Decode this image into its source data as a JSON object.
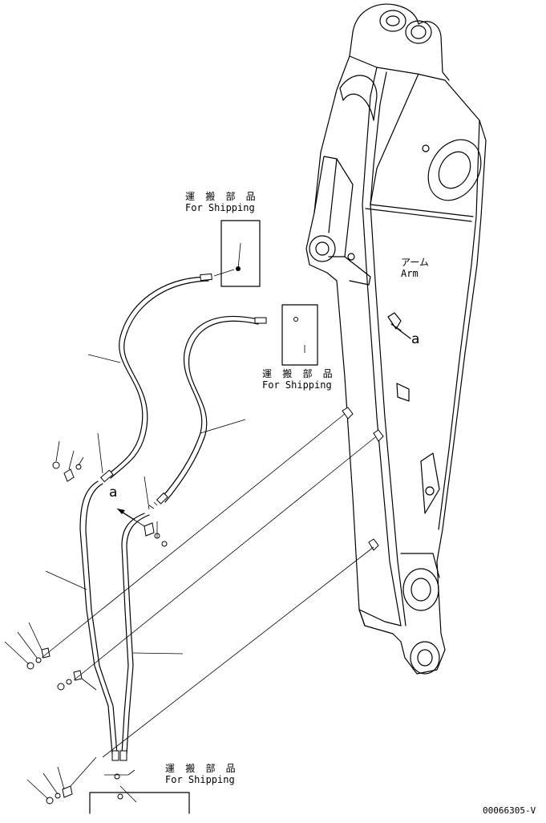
{
  "labels": {
    "shipping_top": {
      "jp": "運 搬 部 品",
      "en": "For Shipping"
    },
    "shipping_mid": {
      "jp": "運 搬 部 品",
      "en": "For Shipping"
    },
    "shipping_bottom": {
      "jp": "運 搬 部 品",
      "en": "For Shipping"
    },
    "arm": {
      "jp": "アーム",
      "en": "Arm"
    },
    "detail_ref_right": "a",
    "detail_ref_left": "a"
  },
  "drawing_number": "00066305-V"
}
